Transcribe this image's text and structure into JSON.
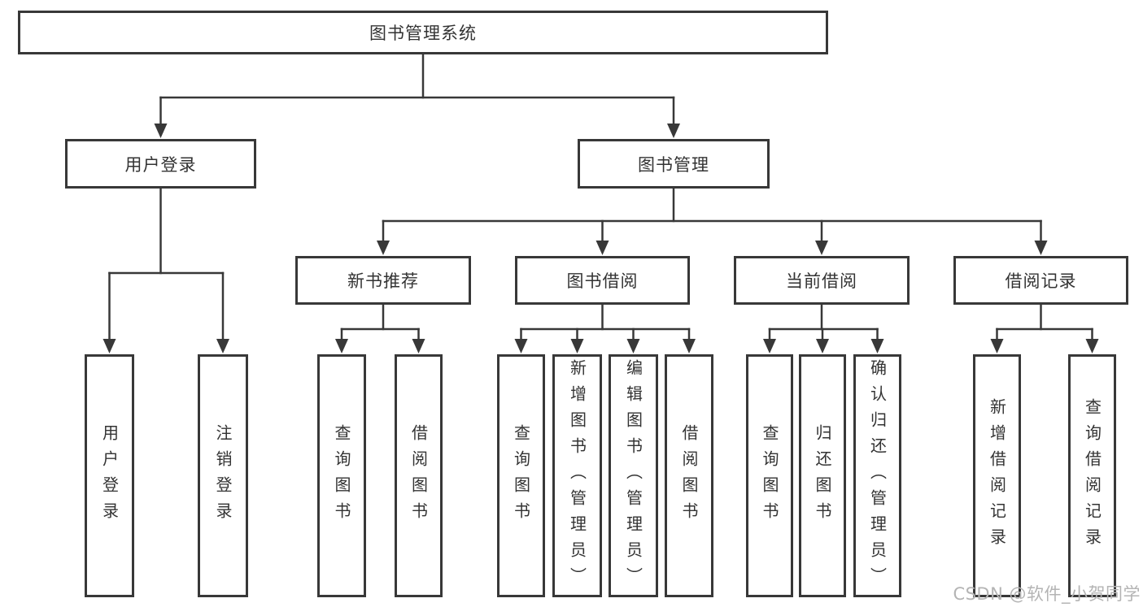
{
  "tree": {
    "root": {
      "label": "图书管理系统",
      "children": [
        {
          "label": "用户登录",
          "children": [
            {
              "label": "用户登录"
            },
            {
              "label": "注销登录"
            }
          ]
        },
        {
          "label": "图书管理",
          "children": [
            {
              "label": "新书推荐",
              "children": [
                {
                  "label": "查询图书"
                },
                {
                  "label": "借阅图书"
                }
              ]
            },
            {
              "label": "图书借阅",
              "children": [
                {
                  "label": "查询图书"
                },
                {
                  "label": "新增图书（管理员）"
                },
                {
                  "label": "编辑图书（管理员）"
                },
                {
                  "label": "借阅图书"
                }
              ]
            },
            {
              "label": "当前借阅",
              "children": [
                {
                  "label": "查询图书"
                },
                {
                  "label": "归还图书"
                },
                {
                  "label": "确认归还（管理员）"
                }
              ]
            },
            {
              "label": "借阅记录",
              "children": [
                {
                  "label": "新增借阅记录"
                },
                {
                  "label": "查询借阅记录"
                }
              ]
            }
          ]
        }
      ]
    }
  },
  "watermark": {
    "text": "CSDN @软件_小贺同学"
  },
  "colors": {
    "line": "#383838",
    "text": "#333333",
    "watermark": "#b4b4b4",
    "background": "#ffffff"
  }
}
